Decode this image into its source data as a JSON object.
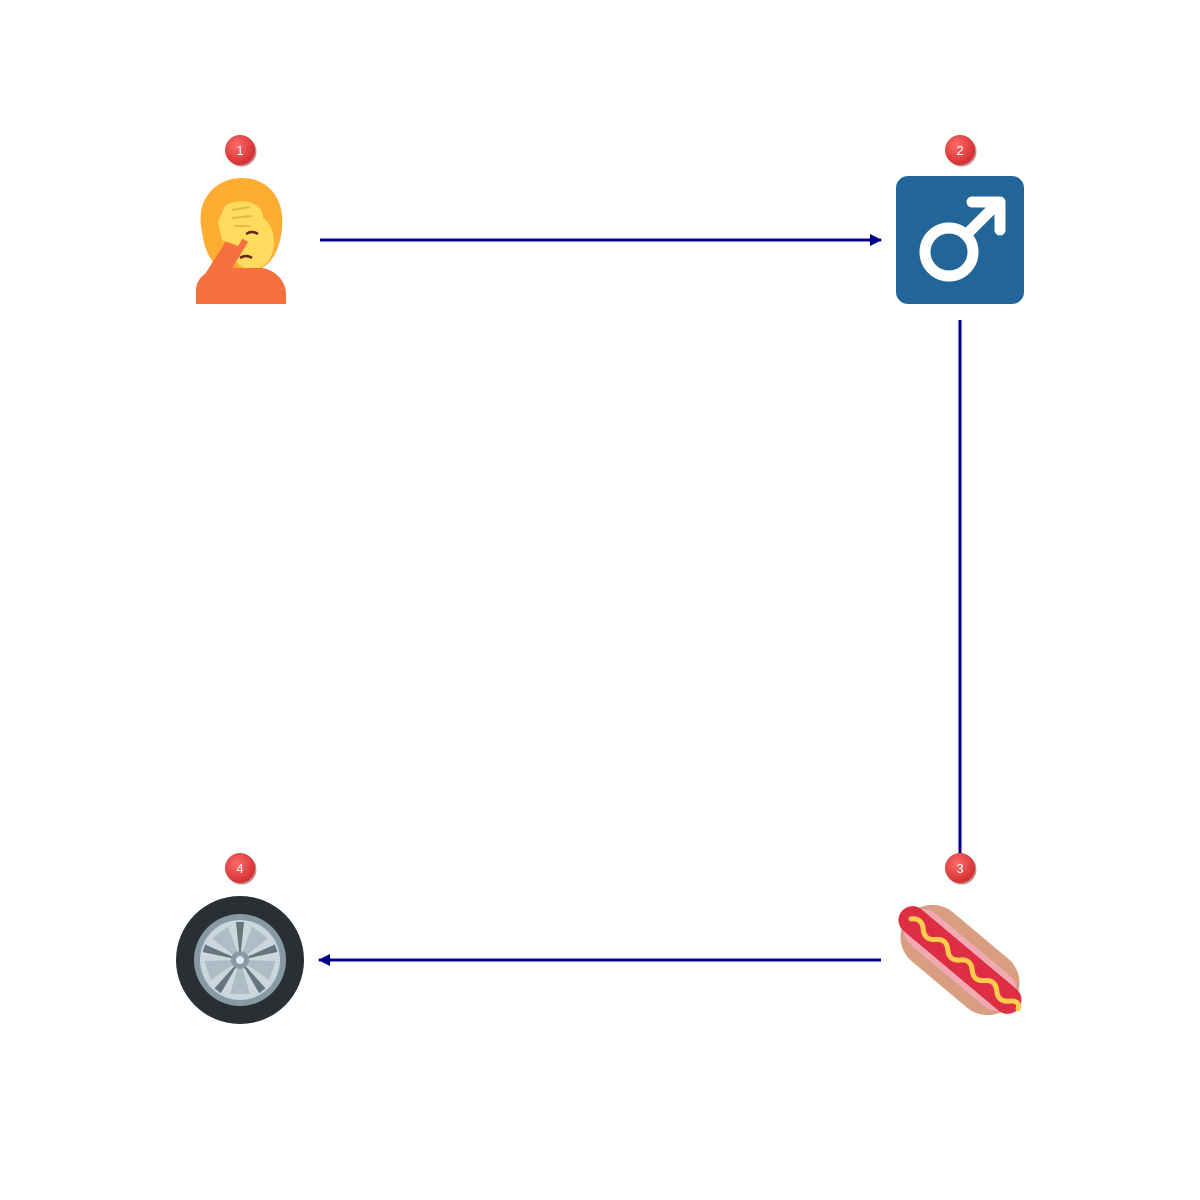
{
  "diagram": {
    "colors": {
      "arrow": "#00008b",
      "badge_fill": "#e53935",
      "badge_text": "#ffffff"
    },
    "nodes": [
      {
        "id": "n1",
        "badge": "1",
        "icon": "person-facepalming-icon"
      },
      {
        "id": "n2",
        "badge": "2",
        "icon": "male-sign-icon"
      },
      {
        "id": "n3",
        "badge": "3",
        "icon": "hot-dog-icon"
      },
      {
        "id": "n4",
        "badge": "4",
        "icon": "wheel-icon"
      }
    ],
    "edges": [
      {
        "from": "n1",
        "to": "n2"
      },
      {
        "from": "n2",
        "to": "n3"
      },
      {
        "from": "n3",
        "to": "n4"
      }
    ]
  }
}
